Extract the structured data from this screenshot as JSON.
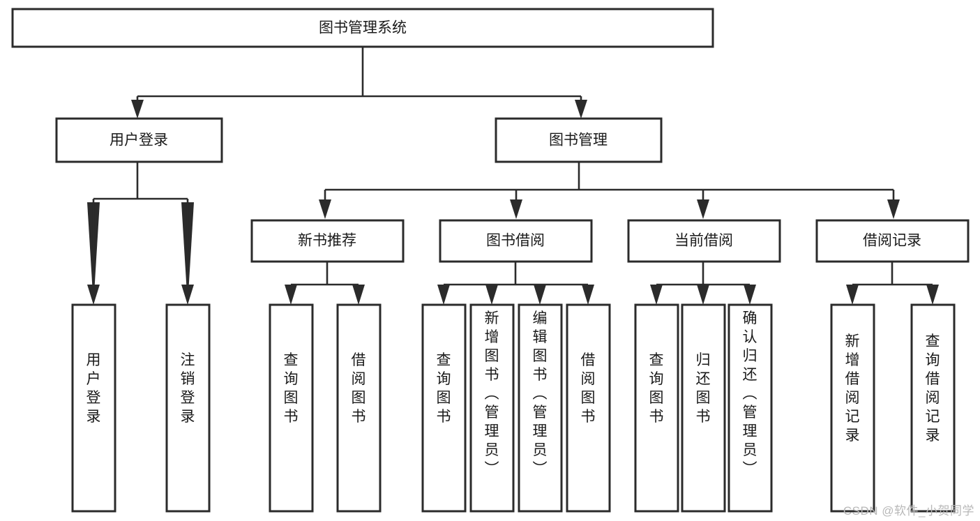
{
  "diagram": {
    "type": "tree",
    "title": "图书管理系统",
    "watermark": "CSDN @软件_小贺同学",
    "colors": {
      "box_stroke": "#2b2b2b",
      "box_fill": "#ffffff",
      "text": "#1a1a1a",
      "connector": "#2b2b2b",
      "watermark": "#b8b8b8",
      "background": "#ffffff"
    },
    "levels": [
      {
        "level": 1,
        "nodes": [
          {
            "id": "root",
            "label": "图书管理系统",
            "orientation": "horizontal"
          }
        ]
      },
      {
        "level": 2,
        "nodes": [
          {
            "id": "user-login",
            "label": "用户登录",
            "orientation": "horizontal",
            "parent": "root"
          },
          {
            "id": "book-manage",
            "label": "图书管理",
            "orientation": "horizontal",
            "parent": "root"
          }
        ]
      },
      {
        "level": 3,
        "nodes": [
          {
            "id": "new-book-rec",
            "label": "新书推荐",
            "orientation": "horizontal",
            "parent": "book-manage"
          },
          {
            "id": "book-borrow",
            "label": "图书借阅",
            "orientation": "horizontal",
            "parent": "book-manage"
          },
          {
            "id": "current-borrow",
            "label": "当前借阅",
            "orientation": "horizontal",
            "parent": "book-manage"
          },
          {
            "id": "borrow-record",
            "label": "借阅记录",
            "orientation": "horizontal",
            "parent": "book-manage"
          }
        ]
      },
      {
        "level": 4,
        "nodes": [
          {
            "id": "leaf-user-login",
            "label": "用户登录",
            "orientation": "vertical",
            "parent": "user-login"
          },
          {
            "id": "leaf-logout",
            "label": "注销登录",
            "orientation": "vertical",
            "parent": "user-login"
          },
          {
            "id": "leaf-query-book-1",
            "label": "查询图书",
            "orientation": "vertical",
            "parent": "new-book-rec"
          },
          {
            "id": "leaf-borrow-book-1",
            "label": "借阅图书",
            "orientation": "vertical",
            "parent": "new-book-rec"
          },
          {
            "id": "leaf-query-book-2",
            "label": "查询图书",
            "orientation": "vertical",
            "parent": "book-borrow"
          },
          {
            "id": "leaf-add-book",
            "label": "新增图书（管理员）",
            "orientation": "vertical",
            "parent": "book-borrow"
          },
          {
            "id": "leaf-edit-book",
            "label": "编辑图书（管理员）",
            "orientation": "vertical",
            "parent": "book-borrow"
          },
          {
            "id": "leaf-borrow-book-2",
            "label": "借阅图书",
            "orientation": "vertical",
            "parent": "book-borrow"
          },
          {
            "id": "leaf-query-book-3",
            "label": "查询图书",
            "orientation": "vertical",
            "parent": "current-borrow"
          },
          {
            "id": "leaf-return-book",
            "label": "归还图书",
            "orientation": "vertical",
            "parent": "current-borrow"
          },
          {
            "id": "leaf-confirm-return",
            "label": "确认归还（管理员）",
            "orientation": "vertical",
            "parent": "current-borrow"
          },
          {
            "id": "leaf-add-record",
            "label": "新增借阅记录",
            "orientation": "vertical",
            "parent": "borrow-record"
          },
          {
            "id": "leaf-query-record",
            "label": "查询借阅记录",
            "orientation": "vertical",
            "parent": "borrow-record"
          }
        ]
      }
    ]
  }
}
